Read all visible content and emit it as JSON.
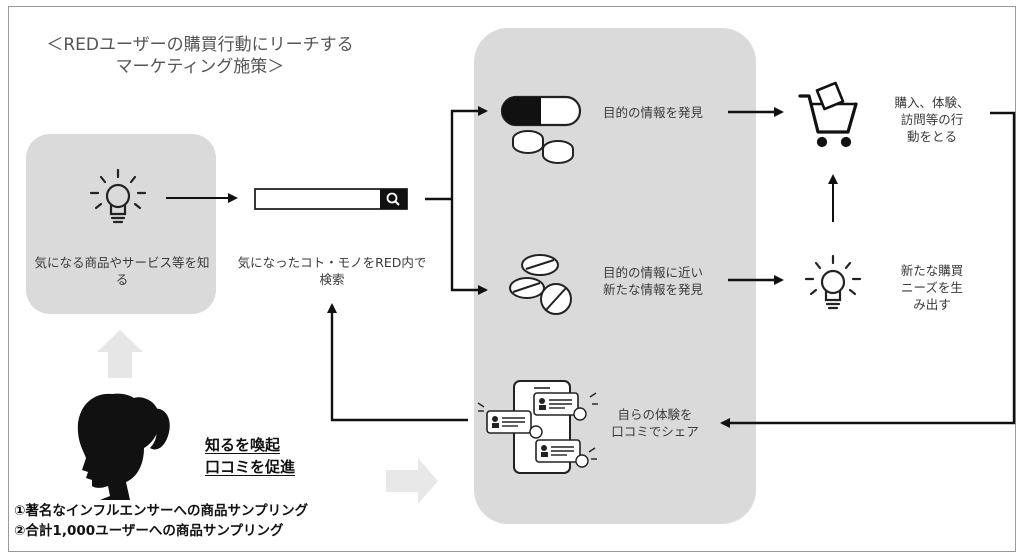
{
  "title": {
    "line1": "＜REDユーザーの購買行動にリーチする",
    "line2": "マーケティング施策＞"
  },
  "steps": {
    "know": "気になる商品やサービス等を知る",
    "search": "気になったコト・モノをRED内で検索",
    "discover_target": "目的の情報を発見",
    "discover_near_line1": "目的の情報に近い",
    "discover_near_line2": "新たな情報を発見",
    "action_line1": "購入、体験、",
    "action_line2": "訪問等の行",
    "action_line3": "動をとる",
    "needs_line1": "新たな購買",
    "needs_line2": "ニーズを生",
    "needs_line3": "み出す",
    "share_line1": "自らの体験を",
    "share_line2": "口コミでシェア"
  },
  "promotion": {
    "heading1": "知るを喚起",
    "heading2": "口コミを促進",
    "item1": "①著名なインフルエンサーへの商品サンプリング",
    "item2": "②合計1,000ユーザーへの商品サンプリング"
  },
  "icons": {
    "lightbulb_left": "lightbulb-icon",
    "search_bar": "search-bar-icon",
    "pill_capsule": "capsule-pills-icon",
    "tablets": "tablets-icon",
    "shopping_cart": "shopping-cart-icon",
    "lightbulb_right": "lightbulb-icon",
    "phone_reviews": "phone-reviews-icon",
    "woman_profile": "woman-silhouette-icon"
  },
  "colors": {
    "panel_gray": "#dadada",
    "arrow_black": "#111111",
    "arrow_faint": "#e6e6e6"
  }
}
